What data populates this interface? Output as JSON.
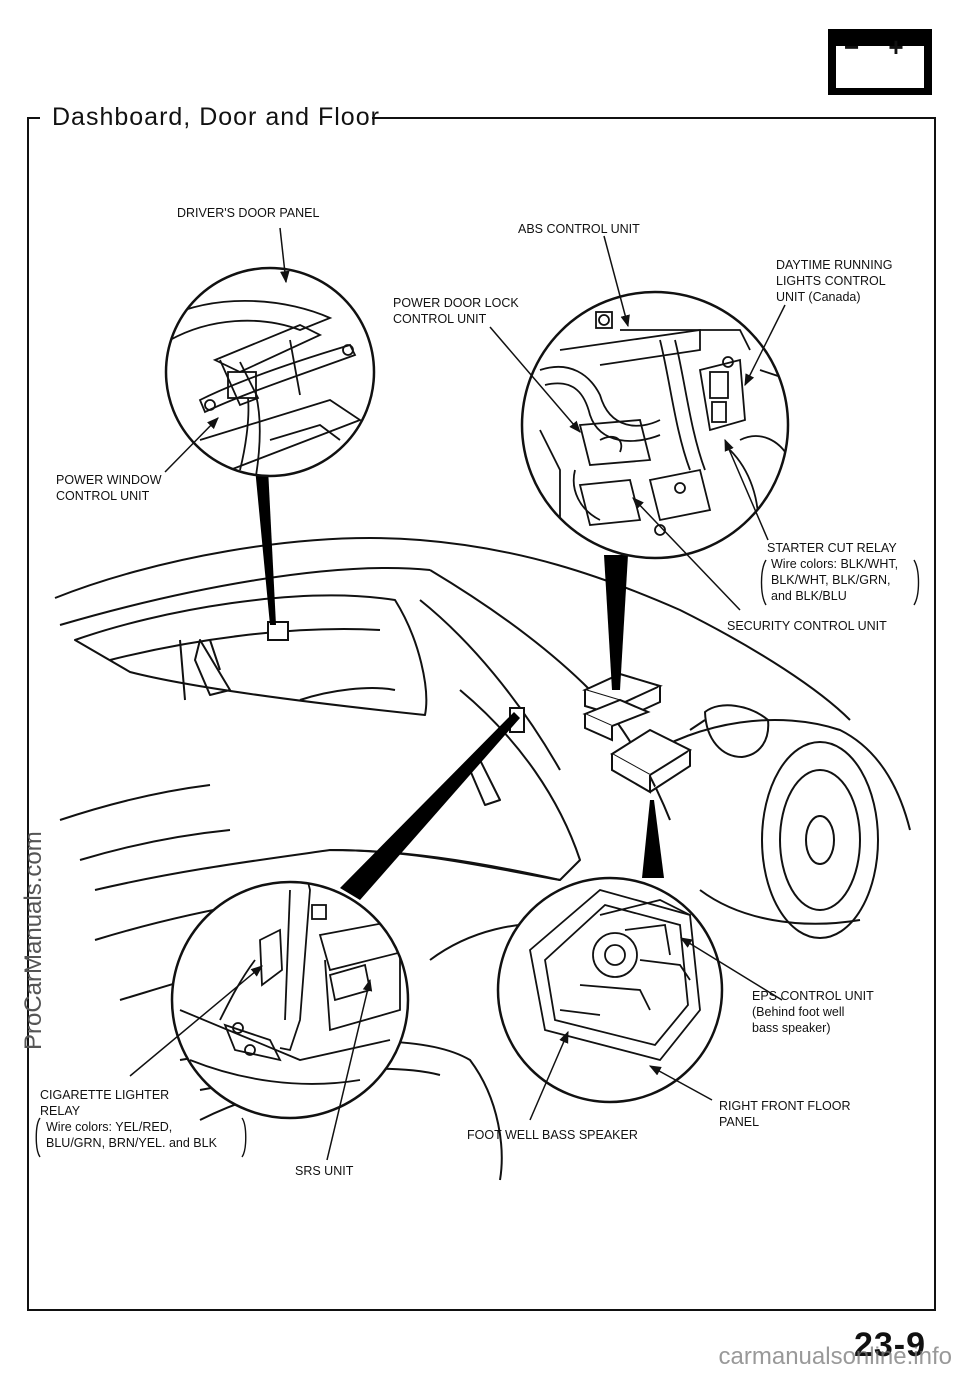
{
  "page": {
    "title": "Dashboard, Door and Floor",
    "page_number": "23-9",
    "watermark_side": "ProCarManuals.com",
    "watermark_bottom": "carmanualsonline.info",
    "battery_symbol": {
      "minus": "−",
      "plus": "+"
    }
  },
  "labels": {
    "drivers_door_panel": "DRIVER'S DOOR PANEL",
    "abs_control_unit": "ABS CONTROL UNIT",
    "daytime_running": [
      "DAYTIME RUNNING",
      "LIGHTS  CONTROL",
      "UNIT (Canada)"
    ],
    "power_door_lock": [
      "POWER  DOOR  LOCK",
      "CONTROL UNIT"
    ],
    "power_window": [
      "POWER  WINDOW",
      "CONTROL UNIT"
    ],
    "starter_cut_relay": [
      "STARTER CUT RELAY",
      "Wire colors:  BLK/WHT,",
      "BLK/WHT,  BLK/GRN,",
      "and  BLK/BLU"
    ],
    "security_control": "SECURITY  CONTROL  UNIT",
    "eps_control": [
      "EPS CONTROL UNIT",
      "(Behind foot well",
      "bass speaker)"
    ],
    "right_front_floor": [
      "RIGHT  FRONT  FLOOR",
      "PANEL"
    ],
    "foot_well_speaker": "FOOT WELL BASS SPEAKER",
    "cigarette_lighter": [
      "CIGARETTE  LIGHTER",
      "RELAY",
      "Wire colors:  YEL/RED,",
      "BLU/GRN,  BRN/YEL.  and  BLK"
    ],
    "srs_unit": "SRS UNIT"
  }
}
